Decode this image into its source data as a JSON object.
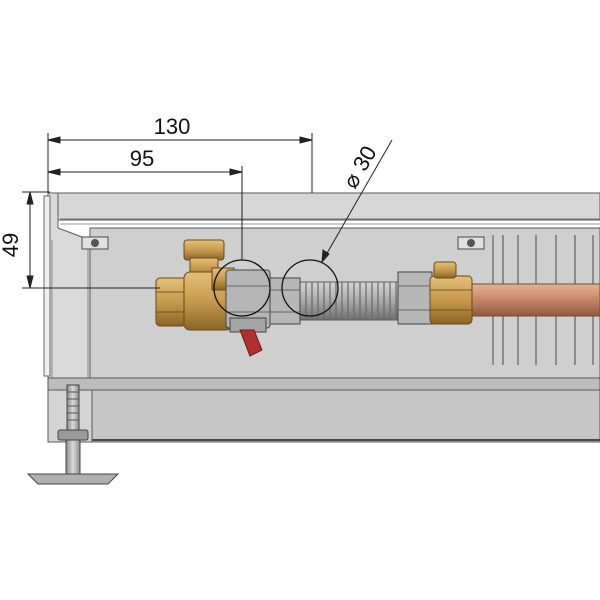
{
  "dimensions": {
    "overall_width": "130",
    "valve_offset": "95",
    "height": "49",
    "pipe_diameter": "30",
    "diameter_symbol": "⌀"
  },
  "colors": {
    "background": "#ffffff",
    "casing_fill": "#cfcfcf",
    "casing_stroke": "#5a5a5a",
    "brass": "#c79a4e",
    "brass_dark": "#8a6526",
    "copper": "#c98a6a",
    "hose": "#a9a9a9",
    "red_handle": "#b03030",
    "dimension_line": "#222222"
  }
}
